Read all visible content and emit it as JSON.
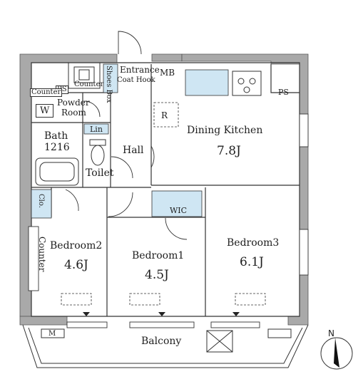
{
  "rooms": {
    "dining_kitchen": {
      "name": "Dining Kitchen",
      "size": "7.8J"
    },
    "bedroom1": {
      "name": "Bedroom1",
      "size": "4.5J"
    },
    "bedroom2": {
      "name": "Bedroom2",
      "size": "4.6J"
    },
    "bedroom3": {
      "name": "Bedroom3",
      "size": "6.1J"
    },
    "bath": {
      "name": "Bath",
      "size": "1216"
    },
    "powder_room": {
      "line1": "Powder",
      "line2": "Room"
    },
    "toilet": "Toilet",
    "hall": "Hall",
    "entrance": "Entrance",
    "balcony": "Balcony"
  },
  "fixtures": {
    "mb": "MB",
    "ps_top": "PS",
    "ps_right": "PS",
    "counter_top": "Counter",
    "counter_small": "Counter",
    "counter_bedroom2": "Counter",
    "washer": "W",
    "shoes_box": "Shoes Box",
    "coat_hook": "Coat Hook",
    "linen": "Lin",
    "closet": "Clo.",
    "wic": "WIC",
    "refrigerator": "R",
    "aircon": "M",
    "north": "N"
  },
  "colors": {
    "wall": "#a9a9a9",
    "storage": "#cfe6f3",
    "line": "#333333"
  }
}
